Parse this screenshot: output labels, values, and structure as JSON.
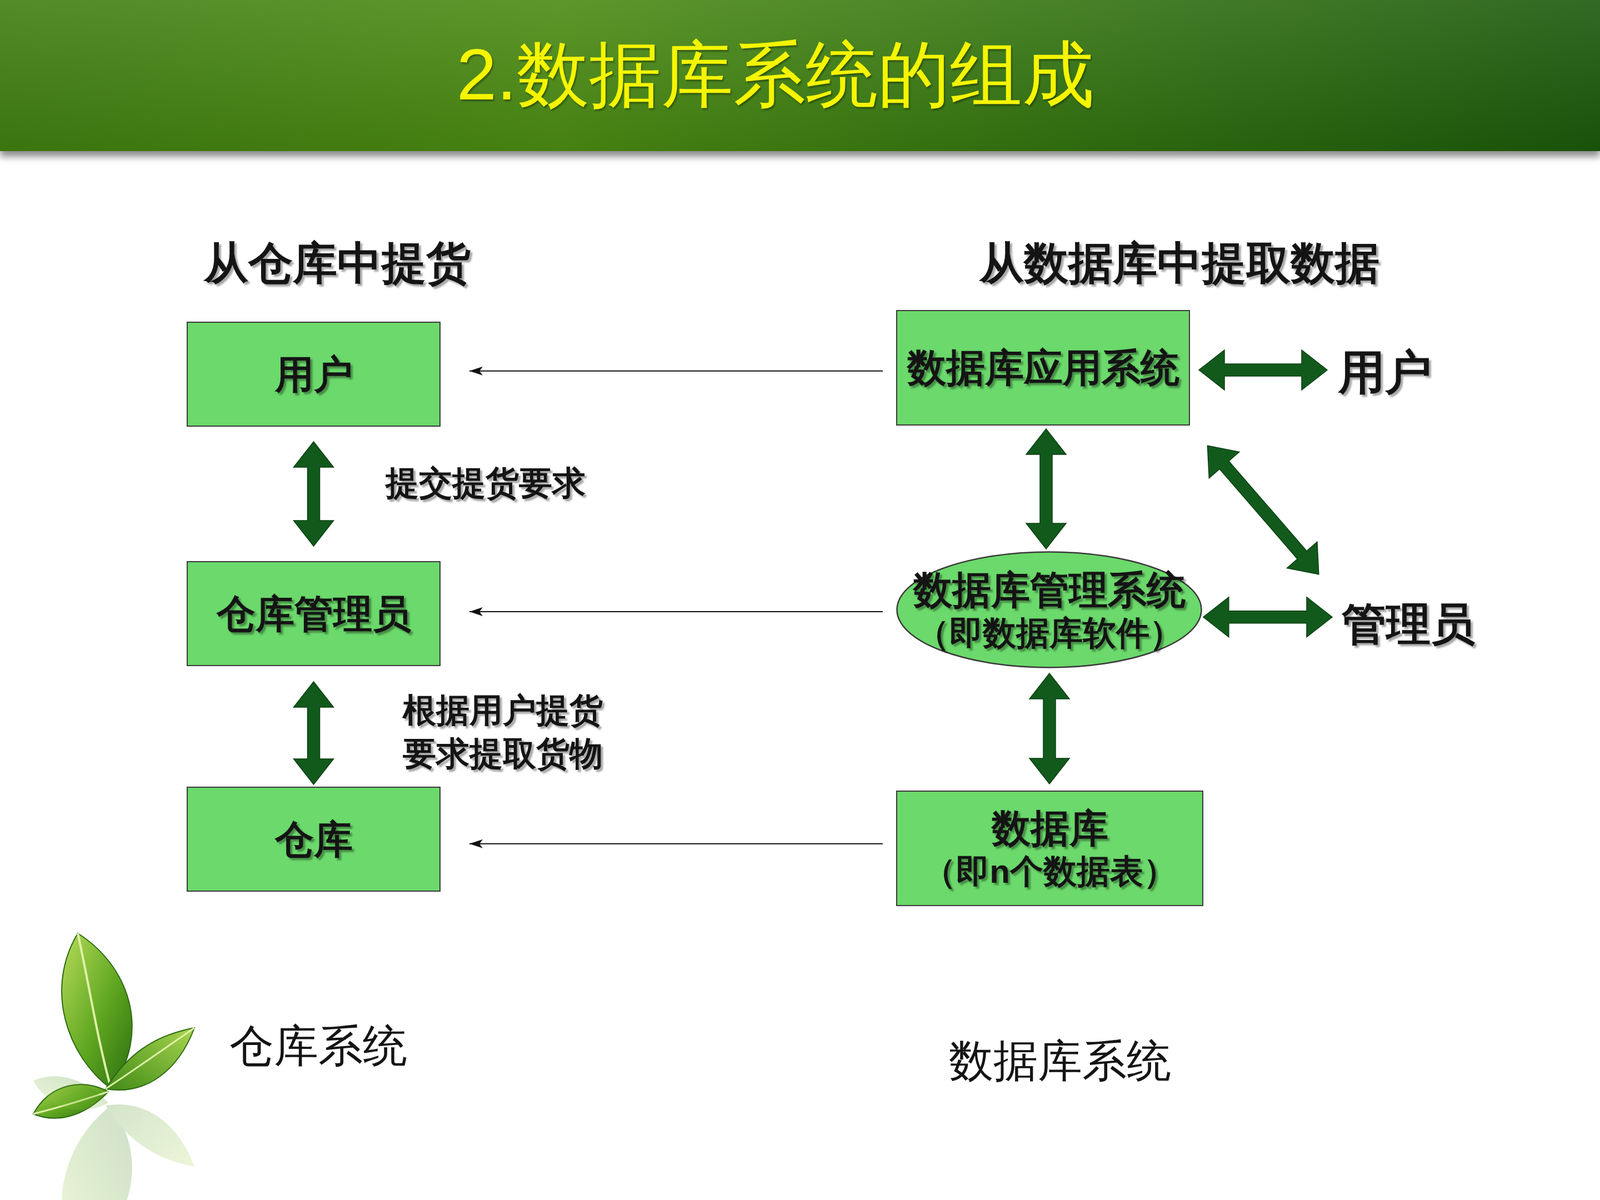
{
  "diagram": {
    "title": "2.数据库系统的组成",
    "nodes": [
      {
        "text": [
          "用户"
        ]
      },
      {
        "text": [
          "数据库应用系统"
        ]
      },
      {
        "text": [
          "用户"
        ]
      },
      {
        "text": [
          "仓库管理员"
        ]
      },
      {
        "text": [
          "数据库管理系统",
          "（即数据库软件）"
        ]
      },
      {
        "text": [
          "管理员"
        ]
      },
      {
        "text": [
          "仓库"
        ]
      },
      {
        "text": [
          "数据库",
          "（即n个数据表）"
        ]
      }
    ],
    "edges": [
      {
        "from": 0,
        "to": 3,
        "arrow": "both",
        "label": "提交提货要求"
      },
      {
        "from": 3,
        "to": 6,
        "arrow": "both",
        "label": "根据用户提货 要求提取货物"
      },
      {
        "from": 1,
        "to": 0,
        "arrow": "to"
      },
      {
        "from": 1,
        "to": 2,
        "arrow": "both"
      },
      {
        "from": 1,
        "to": 4,
        "arrow": "both"
      },
      {
        "from": 1,
        "to": 5,
        "arrow": "both"
      },
      {
        "from": 4,
        "to": 3,
        "arrow": "to"
      },
      {
        "from": 4,
        "to": 5,
        "arrow": "both"
      },
      {
        "from": 4,
        "to": 7,
        "arrow": "both"
      },
      {
        "from": 7,
        "to": 6,
        "arrow": "to"
      }
    ],
    "labels": [
      "从仓库中提货",
      "从数据库中提取数据",
      "仓库系统",
      "数据库系统"
    ]
  }
}
